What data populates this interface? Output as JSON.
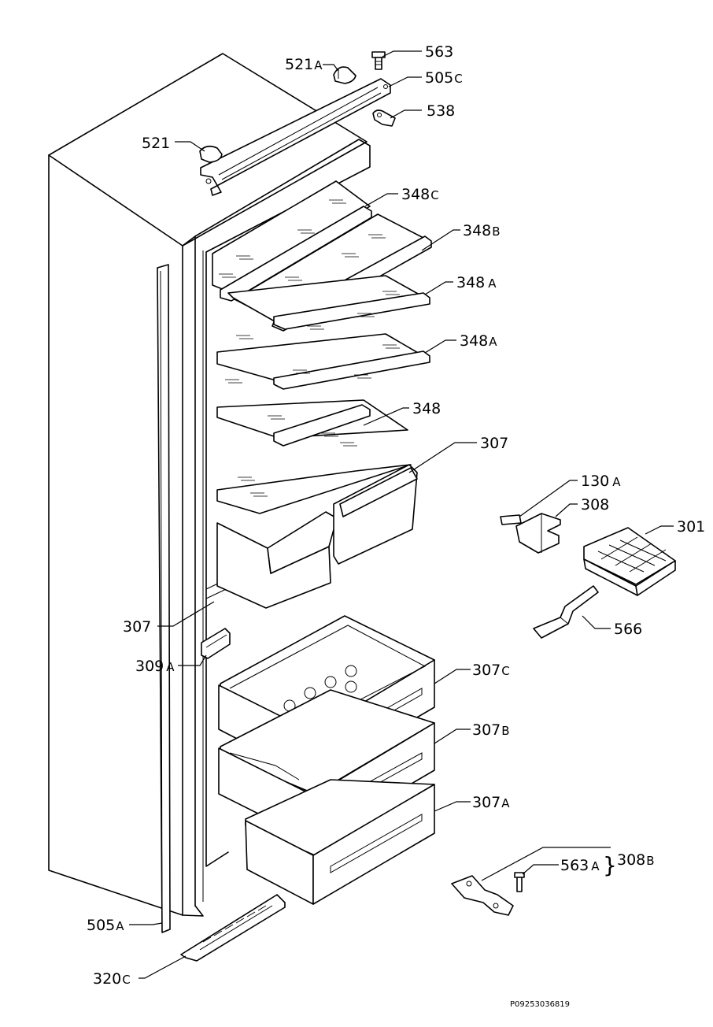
{
  "callouts": {
    "c563": {
      "num": "563",
      "suf": ""
    },
    "c521A": {
      "num": "521",
      "suf": "A"
    },
    "c505C": {
      "num": "505",
      "suf": "C"
    },
    "c538": {
      "num": "538",
      "suf": ""
    },
    "c521": {
      "num": "521",
      "suf": ""
    },
    "c348C": {
      "num": "348",
      "suf": "C"
    },
    "c348B": {
      "num": "348",
      "suf": "B"
    },
    "c348A1": {
      "num": "348",
      "suf": "A"
    },
    "c348A2": {
      "num": "348",
      "suf": "A"
    },
    "c348": {
      "num": "348",
      "suf": ""
    },
    "c307top": {
      "num": "307",
      "suf": ""
    },
    "c130A": {
      "num": "130",
      "suf": "A"
    },
    "c308": {
      "num": "308",
      "suf": ""
    },
    "c301": {
      "num": "301",
      "suf": ""
    },
    "c566": {
      "num": "566",
      "suf": ""
    },
    "c307left": {
      "num": "307",
      "suf": ""
    },
    "c309A": {
      "num": "309",
      "suf": "A"
    },
    "c307C": {
      "num": "307",
      "suf": "C"
    },
    "c307B": {
      "num": "307",
      "suf": "B"
    },
    "c307A": {
      "num": "307",
      "suf": "A"
    },
    "c563A": {
      "num": "563",
      "suf": "A"
    },
    "c308B": {
      "num": "308",
      "suf": "B"
    },
    "c505A": {
      "num": "505",
      "suf": "A"
    },
    "c320C": {
      "num": "320",
      "suf": "C"
    }
  },
  "brace": "}",
  "drawing_code": "P09253036819"
}
